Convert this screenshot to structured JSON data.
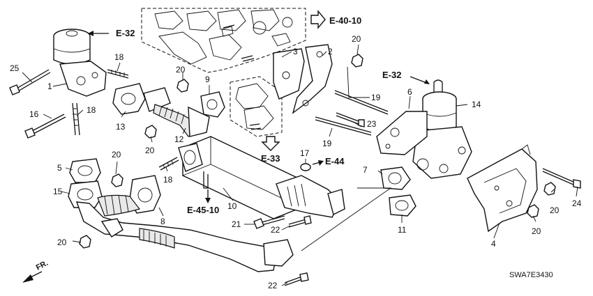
{
  "diagram": {
    "section_refs": {
      "top_left": "E-32",
      "top_center": "E-40-10",
      "right": "E-32",
      "center": "E-33",
      "mid_right": "E-44",
      "bottom": "E-45-10"
    },
    "part_numbers": {
      "p1": "1",
      "p2": "2",
      "p3": "3",
      "p4": "4",
      "p5": "5",
      "p6": "6",
      "p7": "7",
      "p8": "8",
      "p9": "9",
      "p10": "10",
      "p11": "11",
      "p12": "12",
      "p13": "13",
      "p14": "14",
      "p15": "15",
      "p16": "16",
      "p17": "17",
      "p18a": "18",
      "p18b": "18",
      "p18c": "18",
      "p19a": "19",
      "p19b": "19",
      "p20a": "20",
      "p20b": "20",
      "p20c": "20",
      "p20d": "20",
      "p20e": "20",
      "p20f": "20",
      "p20g": "20",
      "p21": "21",
      "p22a": "22",
      "p22b": "22",
      "p23": "23",
      "p24": "24",
      "p25": "25"
    },
    "front_indicator": "FR.",
    "diagram_code": "SWA7E3430"
  }
}
